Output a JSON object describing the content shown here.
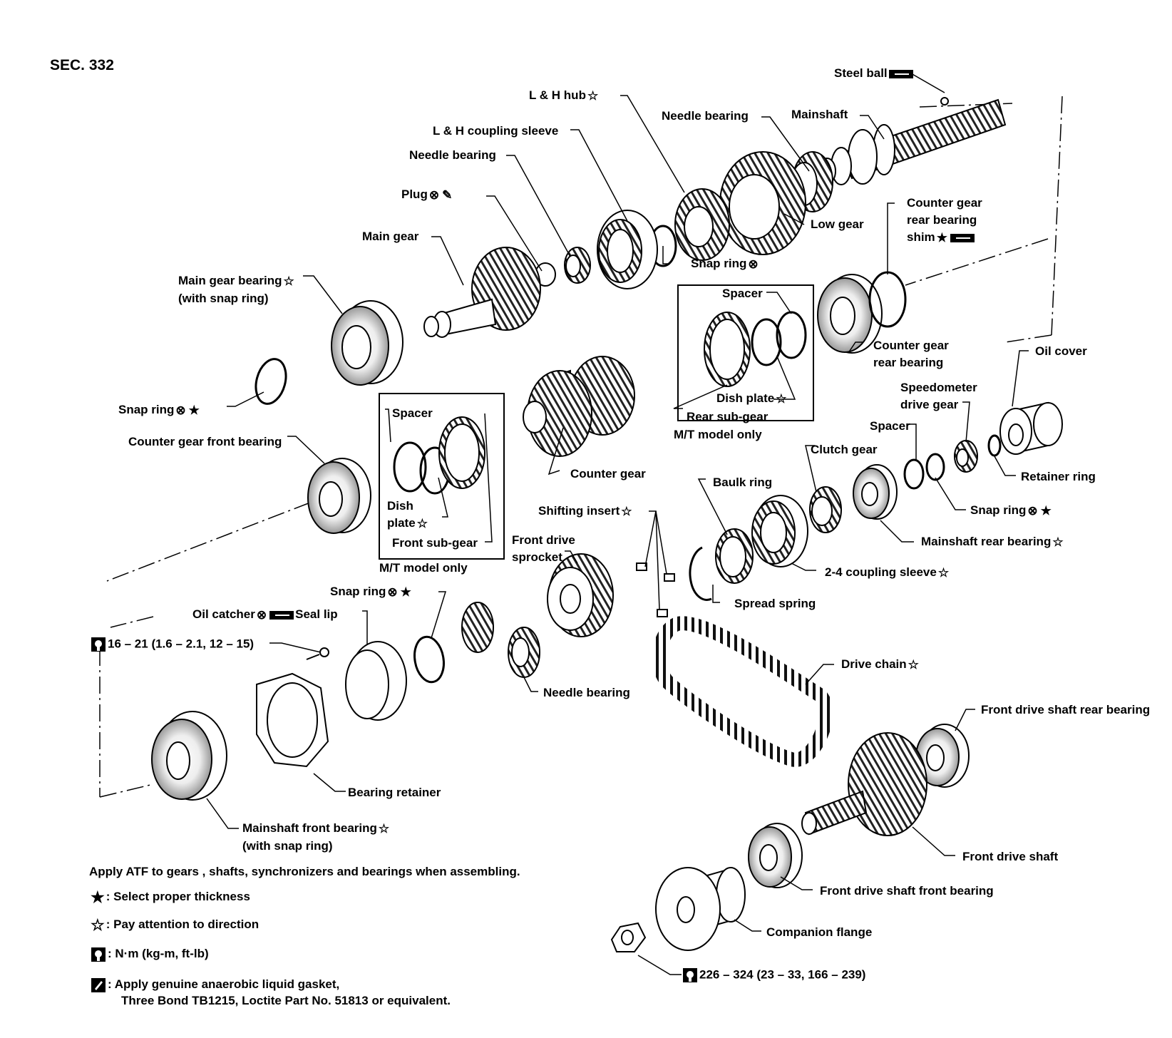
{
  "section": "SEC. 332",
  "labels": {
    "steel_ball": "Steel ball",
    "l_h_hub": "L & H hub",
    "needle_bearing_top": "Needle bearing",
    "mainshaft": "Mainshaft",
    "l_h_coupling_sleeve": "L & H coupling sleeve",
    "needle_bearing_mid": "Needle bearing",
    "plug": "Plug",
    "low_gear": "Low gear",
    "counter_gear_rear_bearing_shim_1": "Counter gear",
    "counter_gear_rear_bearing_shim_2": "rear bearing",
    "counter_gear_rear_bearing_shim_3": "shim",
    "main_gear": "Main gear",
    "snap_ring_top": "Snap ring",
    "main_gear_bearing_1": "Main gear bearing",
    "main_gear_bearing_2": "(with snap ring)",
    "spacer_rear": "Spacer",
    "counter_gear_rear_bearing_1": "Counter gear",
    "counter_gear_rear_bearing_2": "rear bearing",
    "oil_cover": "Oil cover",
    "speedometer_drive_gear_1": "Speedometer",
    "speedometer_drive_gear_2": "drive gear",
    "dish_plate_rear": "Dish plate",
    "rear_sub_gear": "Rear sub-gear",
    "mt_model_only_rear": "M/T model only",
    "snap_ring_left": "Snap ring",
    "spacer_front": "Spacer",
    "spacer_right": "Spacer",
    "counter_gear_front_bearing": "Counter gear front bearing",
    "clutch_gear": "Clutch gear",
    "retainer_ring": "Retainer ring",
    "counter_gear": "Counter gear",
    "baulk_ring": "Baulk ring",
    "dish_plate_front_1": "Dish",
    "dish_plate_front_2": "plate",
    "snap_ring_right": "Snap ring",
    "shifting_insert": "Shifting insert",
    "front_sub_gear": "Front sub-gear",
    "front_drive_sprocket_1": "Front drive",
    "front_drive_sprocket_2": "sprocket",
    "mainshaft_rear_bearing": "Mainshaft rear bearing",
    "mt_model_only_front": "M/T model only",
    "coupling_sleeve_2_4": "2-4 coupling sleeve",
    "snap_ring_mid": "Snap ring",
    "oil_catcher": "Oil catcher",
    "seal_lip": "Seal lip",
    "spread_spring": "Spread spring",
    "torque_1": "16 – 21 (1.6 – 2.1, 12 – 15)",
    "drive_chain": "Drive chain",
    "needle_bearing_low": "Needle bearing",
    "front_drive_shaft_rear_bearing": "Front drive shaft rear bearing",
    "bearing_retainer": "Bearing retainer",
    "mainshaft_front_bearing_1": "Mainshaft front bearing",
    "mainshaft_front_bearing_2": "(with snap ring)",
    "front_drive_shaft": "Front drive shaft",
    "front_drive_shaft_front_bearing": "Front drive shaft front bearing",
    "companion_flange": "Companion flange",
    "torque_2": "226 – 324 (23 – 33, 166 – 239)"
  },
  "note": "Apply ATF to gears , shafts, synchronizers and bearings when assembling.",
  "legend": {
    "select_thickness": ": Select proper thickness",
    "direction": ": Pay attention to direction",
    "torque_units": ": N·m (kg-m, ft-lb)",
    "gasket_1": ": Apply genuine anaerobic liquid gasket,",
    "gasket_2": "Three Bond TB1215, Loctite Part No. 51813 or equivalent."
  }
}
